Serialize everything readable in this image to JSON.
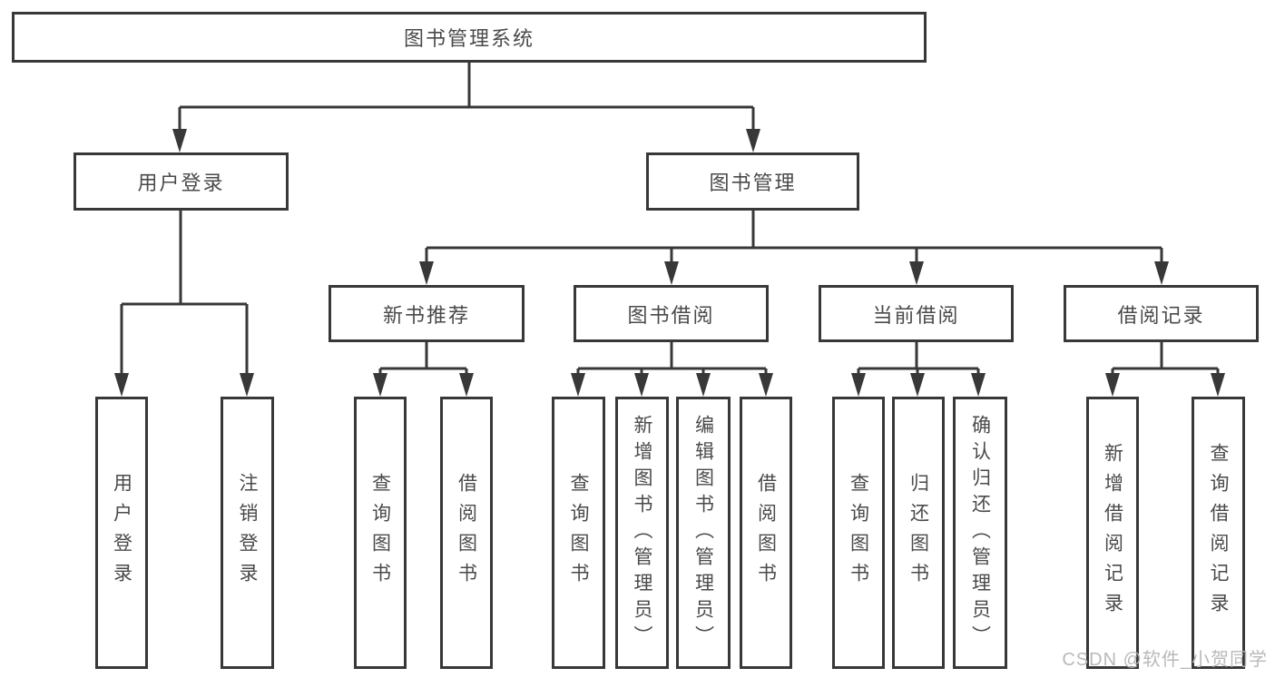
{
  "tree": {
    "root": {
      "label": "图书管理系统"
    },
    "branches": [
      {
        "label": "用户登录",
        "children": [
          {
            "label": "用户登录"
          },
          {
            "label": "注销登录"
          }
        ]
      },
      {
        "label": "图书管理",
        "groups": [
          {
            "label": "新书推荐",
            "children": [
              {
                "label": "查询图书"
              },
              {
                "label": "借阅图书"
              }
            ]
          },
          {
            "label": "图书借阅",
            "children": [
              {
                "label": "查询图书"
              },
              {
                "label": "新增图书（管理员）"
              },
              {
                "label": "编辑图书（管理员）"
              },
              {
                "label": "借阅图书"
              }
            ]
          },
          {
            "label": "当前借阅",
            "children": [
              {
                "label": "查询图书"
              },
              {
                "label": "归还图书"
              },
              {
                "label": "确认归还（管理员）"
              }
            ]
          },
          {
            "label": "借阅记录",
            "children": [
              {
                "label": "新增借阅记录"
              },
              {
                "label": "查询借阅记录"
              }
            ]
          }
        ]
      }
    ]
  },
  "watermark": {
    "text": "CSDN @软件_小贺同学"
  },
  "colors": {
    "line": "#383838",
    "text": "#4a4a4a",
    "background": "#ffffff",
    "watermark": "#b9b9b9"
  }
}
